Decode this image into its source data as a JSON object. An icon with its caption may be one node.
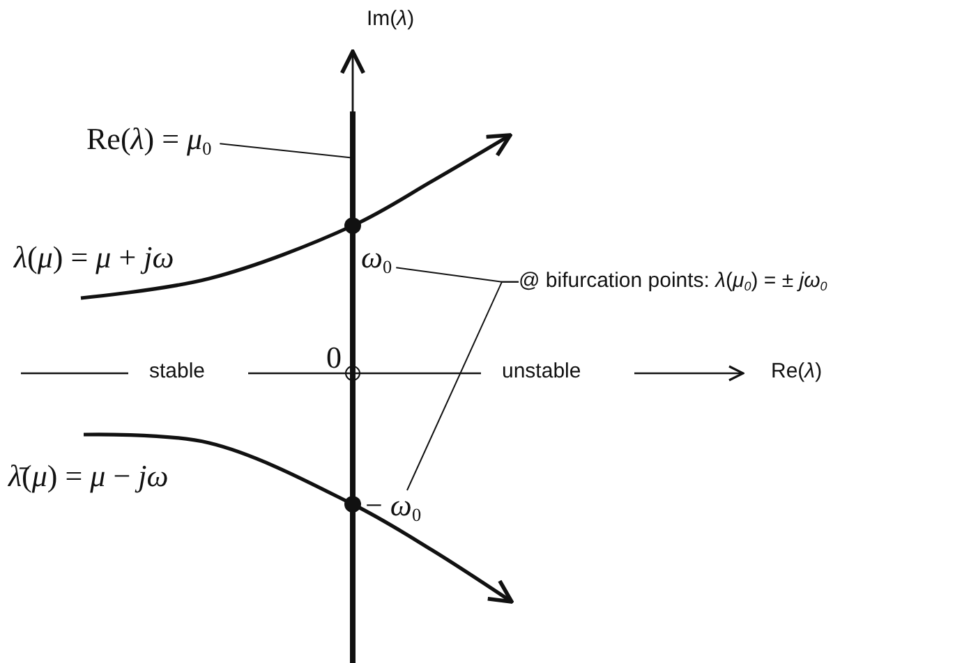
{
  "diagram": {
    "nodes": [
      {
        "text": [
          "Re(*λ*) = *μ*$_{0}$"
        ]
      },
      {
        "text": [],
        "shape": "bar"
      },
      {
        "text": [
          "*ω*$_{0}$"
        ]
      },
      {
        "text": [
          "− *ω*$_{0}$"
        ]
      },
      {
        "text": [
          "@ bifurcation points: *λ*(*μ*$_{0}$) = ± *jω*$_{0}$"
        ]
      }
    ],
    "edges": [
      {
        "from": 0,
        "to": 1,
        "arrow": "none"
      },
      {
        "from": 4,
        "to": 2,
        "arrow": "none"
      },
      {
        "from": 4,
        "to": 3,
        "arrow": "none"
      }
    ],
    "labels": [
      "Im(*λ*)",
      "*λ*(*μ*) = *μ* + *jω*",
      "0",
      "stable",
      "unstable",
      "Re(*λ*)",
      "*λ̄*(*μ*) = *μ* − *jω*"
    ]
  }
}
